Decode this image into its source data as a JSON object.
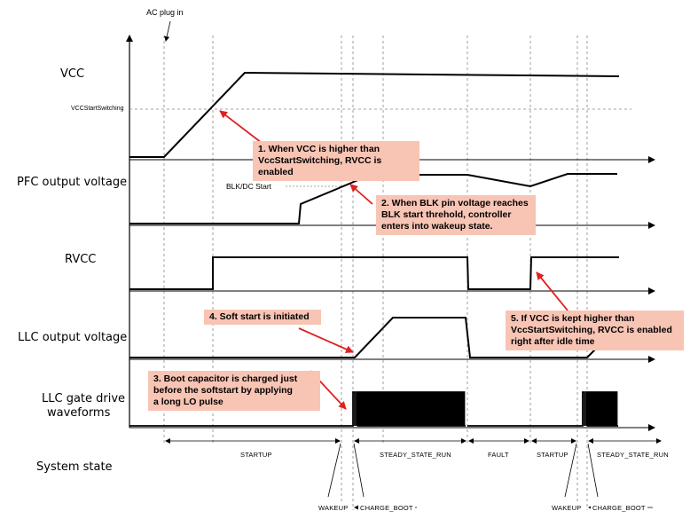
{
  "event": {
    "ac_plug_in": "AC plug in"
  },
  "rows": {
    "vcc": "VCC",
    "vcc_threshold": "VCCStartSwitching",
    "pfc": "PFC output voltage",
    "blk_start": "BLK/DC Start",
    "rvcc": "RVCC",
    "llc_out": "LLC output voltage",
    "llc_gate_1": "LLC gate drive",
    "llc_gate_2": "waveforms",
    "system_state": "System state"
  },
  "callouts": {
    "c1": [
      "1. When VCC is higher than",
      "VccStartSwitching, RVCC is enabled"
    ],
    "c2": [
      "2. When BLK pin voltage reaches",
      "BLK start threhold, controller",
      "enters into wakeup state."
    ],
    "c3": [
      "3. Boot capacitor is charged just",
      "before the softstart by applying",
      "a long LO pulse"
    ],
    "c4": [
      "4. Soft start is initiated"
    ],
    "c5": [
      "5. If VCC is kept higher than",
      "VccStartSwitching, RVCC is enabled",
      "right after idle time"
    ]
  },
  "states": {
    "startup": "STARTUP",
    "steady_state_run": "STEADY_STATE_RUN",
    "fault": "FAULT",
    "startup2": "STARTUP",
    "steady_state_run2": "STEADY_STATE_RUN",
    "wakeup": "WAKEUP",
    "charge_boot": "CHARGE_BOOT",
    "wakeup2": "WAKEUP",
    "charge_boot2": "CHARGE_BOOT"
  },
  "colors": {
    "callout_bg": "#f8c4b4",
    "arrow": "#e02020",
    "trace": "#000000",
    "guide": "#888888"
  }
}
